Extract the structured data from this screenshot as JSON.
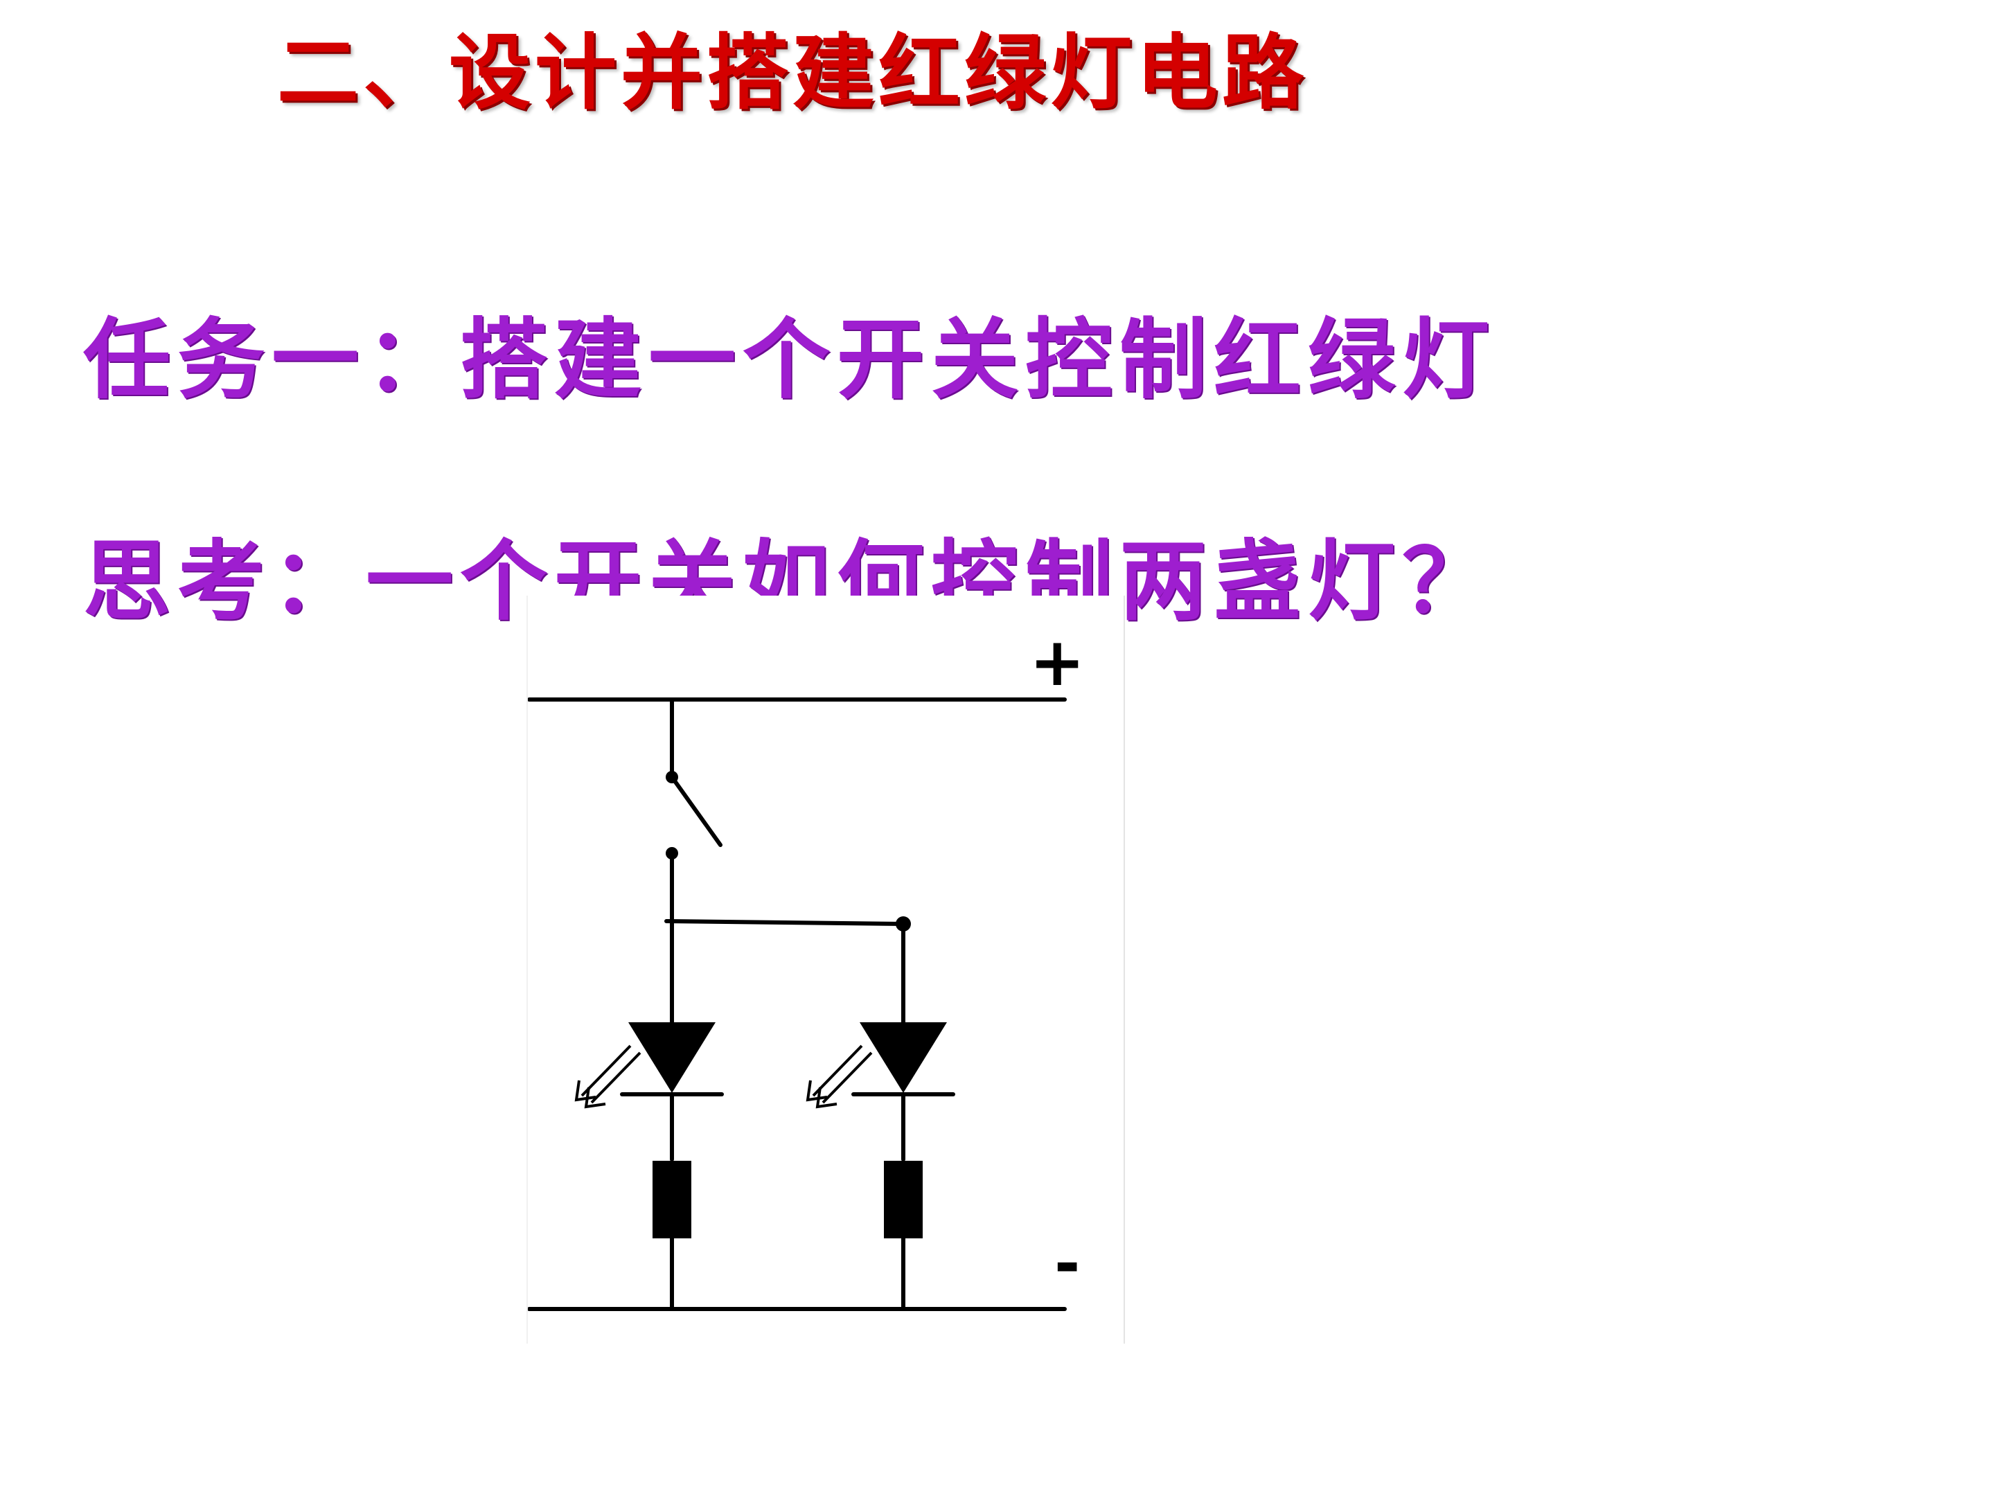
{
  "slide": {
    "title": "二、设计并搭建红绿灯电路",
    "task": "任务一：搭建一个开关控制红绿灯",
    "question": "思考：一个开关如何控制两盏灯？"
  },
  "diagram": {
    "positive_label": "+",
    "negative_label": "-"
  },
  "colors": {
    "title": "#d40000",
    "body_text": "#9e1ecf",
    "circuit": "#000000"
  }
}
